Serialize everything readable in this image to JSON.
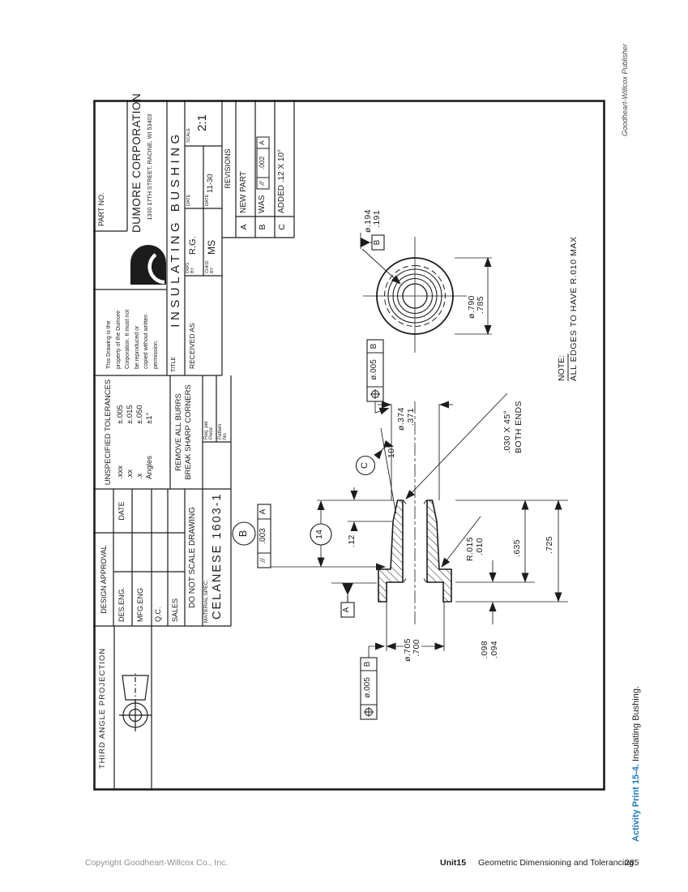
{
  "page": {
    "footer_left": "Copyright Goodheart-Willcox Co., Inc.",
    "footer_unit": "Unit15",
    "footer_chapter": "Geometric Dimensioning and Tolerancing",
    "footer_page": "285",
    "edge_publisher": "Goodheart-Willcox Publisher",
    "caption_lead": "Activity Print 15-4.",
    "caption_text": "Insulating Bushing.",
    "accent_blue": "#1b78be"
  },
  "sheet": {
    "projection": {
      "label": "THIRD ANGLE PROJECTION"
    },
    "approval": {
      "header": "DESIGN APPROVAL",
      "date": "DATE",
      "rows": [
        "DES.ENG.",
        "MFG.ENG",
        "Q.C.",
        "SALES"
      ]
    },
    "do_not_scale": "DO NOT SCALE DRAWING",
    "tolerances": {
      "header": "UNSPECIFIED TOLERANCES",
      "rows": [
        [
          ".xxx",
          "±.005"
        ],
        [
          ".xx",
          "±.015"
        ],
        [
          ".x",
          "±.050"
        ],
        [
          "Angles",
          "±1°"
        ]
      ]
    },
    "deburr": [
      "REMOVE ALL BURRS",
      "BREAK SHARP CORNERS"
    ],
    "material": {
      "label": "MATERIAL SPEC.",
      "value": "CELANESE 1603-1"
    },
    "req_per": [
      "Req. per",
      "Piece"
    ],
    "pattern_no": [
      "Pattern",
      "No"
    ],
    "notice": [
      "This Drawing is the",
      "property of the Dumore",
      "Corporation. It must not",
      "be reproduced or",
      "copied without written",
      "permission."
    ],
    "part_no_label": "PART NO.",
    "company": "DUMORE CORPORATION",
    "address": "1300 17TH STREET, RACINE, WI 53403",
    "title_label": "TITLE",
    "title": "INSULATING BUSHING",
    "received": "RECEIVED AS",
    "dwg_by": [
      "DWG",
      "BY"
    ],
    "dwg_by_value": "R.G.",
    "chkd_by": [
      "CHKD",
      "BY"
    ],
    "chkd_by_value": "MS",
    "date_label": "DATE",
    "date_value": "11-30",
    "scale_label": "SCALE",
    "scale_value": "2:1",
    "revisions": {
      "header": "REVISIONS",
      "rows": [
        {
          "ltr": "A",
          "desc": "NEW PART"
        },
        {
          "ltr": "B",
          "desc": "WAS",
          "fcf": [
            "//",
            ".002",
            "A"
          ]
        },
        {
          "ltr": "C",
          "desc": "ADDED .12 X 10°"
        }
      ]
    }
  },
  "drawing": {
    "bore_dia": [
      "ø.194",
      ".191"
    ],
    "flange_dia": [
      "ø.790",
      ".785"
    ],
    "tip_dia": [
      "ø.374",
      ".371"
    ],
    "cbore_dia": [
      "ø.705",
      ".700"
    ],
    "cbore_depth": [
      ".098",
      ".094"
    ],
    "length_inner": ".635",
    "length_overall": ".725",
    "taper_length": ".12",
    "taper_angle": "10°",
    "ref_length": "14",
    "fillet": [
      "R.015",
      ".010"
    ],
    "chamfer": [
      ".030 X 45°",
      "BOTH ENDS"
    ],
    "fcf_tip": {
      "tol": "ø.005",
      "datum": "B"
    },
    "fcf_cbore": {
      "tol": "ø.005",
      "datum": "B"
    },
    "fcf_parallel": {
      "sym": "//",
      "tol": ".003",
      "datum": "A"
    },
    "datum_a": "A",
    "datum_b": "B",
    "balloon_b": "B",
    "balloon_c": "C",
    "note": [
      "NOTE:",
      "ALL EDGES TO HAVE R.010 MAX"
    ]
  }
}
